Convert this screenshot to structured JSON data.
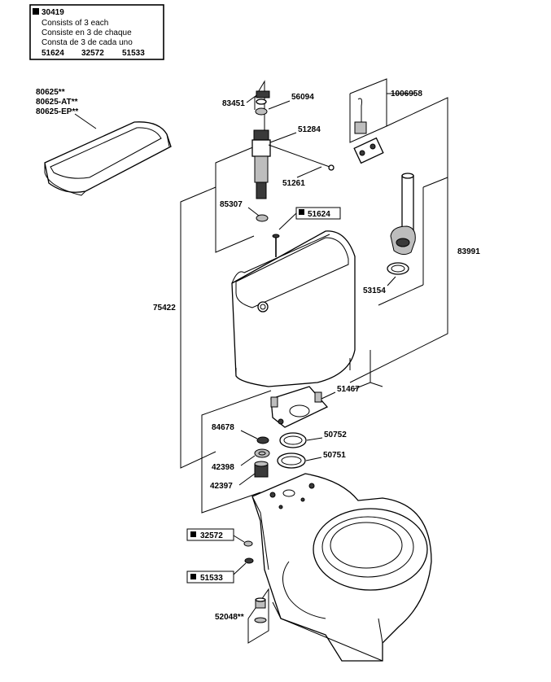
{
  "kit_box": {
    "number": "30419",
    "lines": [
      "Consists of 3 each",
      "Consiste en 3 de chaque",
      "Consta de 3 de cada uno"
    ],
    "parts": [
      "51624",
      "32572",
      "51533"
    ]
  },
  "labels": {
    "lid_1": "80625**",
    "lid_2": "80625-AT**",
    "lid_3": "80625-EP**",
    "p83451": "83451",
    "p56094": "56094",
    "p51284": "51284",
    "p1006958": "1006958",
    "p51261": "51261",
    "p85307": "85307",
    "p51624": "51624",
    "p83991": "83991",
    "p53154": "53154",
    "p75422": "75422",
    "p51467": "51467",
    "p84678": "84678",
    "p50752": "50752",
    "p42398": "42398",
    "p50751": "50751",
    "p42397": "42397",
    "p32572": "32572",
    "p51533": "51533",
    "p52048": "52048**"
  }
}
